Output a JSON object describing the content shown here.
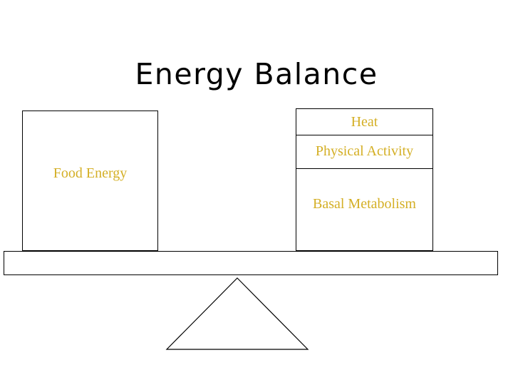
{
  "slide": {
    "title": "Energy Balance",
    "background_color": "#FFFFFF",
    "title_color": "#000000",
    "label_color": "#D4AF25",
    "line_color": "#000000"
  },
  "diagram": {
    "type": "balance-scale",
    "left_pan": {
      "name": "food-energy",
      "blocks": [
        {
          "label": "Food Energy"
        }
      ]
    },
    "right_pan": {
      "name": "energy-expenditure",
      "blocks": [
        {
          "label": "Heat"
        },
        {
          "label": "Physical Activity"
        },
        {
          "label": "Basal Metabolism"
        }
      ]
    },
    "beam": {
      "name": "balance-beam"
    },
    "fulcrum": {
      "name": "fulcrum-triangle"
    }
  }
}
